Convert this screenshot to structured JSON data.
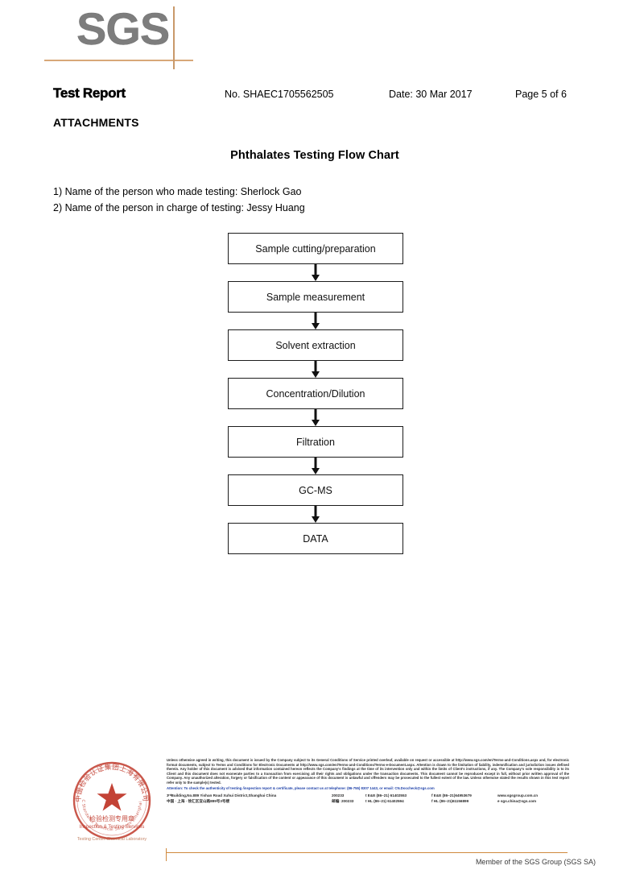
{
  "logo": {
    "text": "SGS"
  },
  "header": {
    "report_title": "Test Report",
    "report_no": "No. SHAEC1705562505",
    "date": "Date: 30 Mar 2017",
    "page": "Page 5 of 6",
    "attachments_label": "ATTACHMENTS"
  },
  "flow_title": "Phthalates Testing Flow Chart",
  "notes": [
    "1) Name of the person who made testing: Sherlock Gao",
    "2) Name of the person in charge of testing: Jessy Huang"
  ],
  "chart_data": {
    "type": "diagram",
    "title": "Phthalates Testing Flow Chart",
    "orientation": "top-to-bottom",
    "nodes": [
      "Sample cutting/preparation",
      "Sample measurement",
      "Solvent extraction",
      "Concentration/Dilution",
      "Filtration",
      "GC-MS",
      "DATA"
    ],
    "edges": [
      [
        "Sample cutting/preparation",
        "Sample measurement"
      ],
      [
        "Sample measurement",
        "Solvent extraction"
      ],
      [
        "Solvent extraction",
        "Concentration/Dilution"
      ],
      [
        "Concentration/Dilution",
        "Filtration"
      ],
      [
        "Filtration",
        "GC-MS"
      ],
      [
        "GC-MS",
        "DATA"
      ]
    ]
  },
  "seal": {
    "chinese_line_1": "中国检验认证集团上海有限公司",
    "chinese_line_2": "检验检测专用章",
    "english_line": "Inspection & Testing Services",
    "color": "#c0392b"
  },
  "footer": {
    "legal": "Unless otherwise agreed in writing, this document is issued by the Company subject to its General Conditions of Service printed overleaf, available on request or accessible at http://www.sgs.com/en/Terms-and-Conditions.aspx and, for electronic format documents, subject to Terms and Conditions for Electronic Documents at http://www.sgs.com/en/Terms-and-Conditions/Terms-e-Document.aspx. Attention is drawn to the limitation of liability, indemnification and jurisdiction issues defined therein. Any holder of this document is advised that information contained hereon reflects the Company's findings at the time of its intervention only and within the limits of Client's instructions, if any. The Company's sole responsibility is to its Client and this document does not exonerate parties to a transaction from exercising all their rights and obligations under the transaction documents. This document cannot be reproduced except in full, without prior written approval of the Company. Any unauthorized alteration, forgery or falsification of the content or appearance of this document is unlawful and offenders may be prosecuted to the fullest extent of the law. Unless otherwise stated the results shown in this test report refer only to the sample(s) tested.",
    "attention": "Attention: To check the authenticity of testing /inspection report & certificate, please contact us at telephone: (86-755) 8307 1443, or email: CN.Doccheck@sgs.com",
    "address_rows": [
      {
        "address": "3ʳᵈBuilding,No.889 Yishan Road Xuhui District,Shanghai China",
        "zip": "200233",
        "tel": "t E&E (86–21) 61402553",
        "fax": "f E&E (86–21)64953679",
        "web": "www.sgsgroup.com.cn"
      },
      {
        "address": "中国 · 上海 · 徐汇区宜山路889号3号楼",
        "zip": "邮编: 200233",
        "tel": "t HL (86–21) 61402594",
        "fax": "f HL (86–21)61156899",
        "web": "e sgs.china@sgs.com"
      }
    ],
    "member_line": "Member of the SGS Group (SGS SA)",
    "rule_color": "#d08a3e"
  }
}
